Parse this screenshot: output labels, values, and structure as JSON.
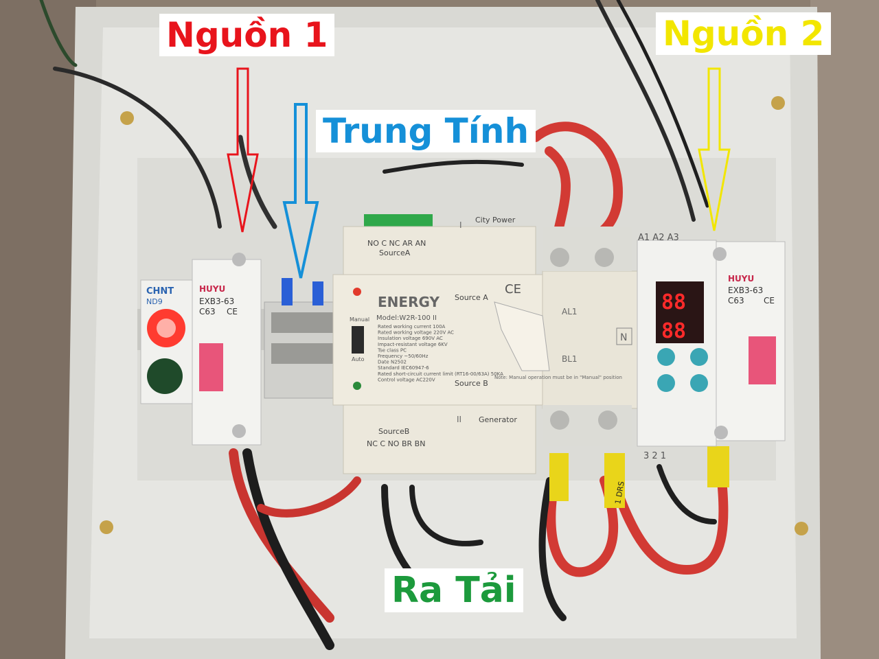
{
  "labels": {
    "source_1": "Nguồn 1",
    "neutral": "Trung Tính",
    "source_2": "Nguồn 2",
    "load_out": "Ra Tải"
  },
  "label_colors": {
    "source_1": "#e8141c",
    "neutral": "#1590d8",
    "source_2": "#f2e600",
    "load_out": "#1c9a3c"
  },
  "devices": {
    "left_indicator": {
      "brand": "CHNT",
      "model": "ND9"
    },
    "left_breaker": {
      "brand": "HUYU",
      "model": "EXB3-63",
      "rating": "C63",
      "ce": "CE"
    },
    "ats": {
      "brand": "ENERGY",
      "model": "Model:W2R-100 II",
      "ce": "CE",
      "source_a": "Source A",
      "source_b": "Source B",
      "manual": "Manual",
      "auto": "Auto",
      "top_terminals": "NO C NC AR AN",
      "top_terminal_name": "SourceA",
      "bottom_terminals": "NC C NO BR BN",
      "bottom_terminal_name": "SourceB",
      "city_power_num": "I",
      "city_power": "City Power",
      "generator_num": "II",
      "generator": "Generator",
      "al1": "AL1",
      "bl1": "BL1",
      "n": "N",
      "note": "Note: Manual operation must be in \"Manual\" position",
      "specs": [
        "Rated working current 100A",
        "Rated working voltage 220V AC",
        "Insulation voltage 690V AC",
        "Impact-resistant voltage 6KV",
        "Tse class PC",
        "Frequency ~50/60Hz",
        "Date N2502",
        "Standard IEC60947-6",
        "Rated short-circuit current limit (RT16-00/63A) 50KA",
        "Control voltage AC220V"
      ]
    },
    "relay": {
      "terminals_top": "A1 A2 A3",
      "terminals_bottom": "3 2 1",
      "display": "88"
    },
    "right_breaker": {
      "brand": "HUYU",
      "model": "EXB3-63",
      "rating": "C63",
      "ce": "CE"
    },
    "wire_tag": "1 DRS"
  }
}
